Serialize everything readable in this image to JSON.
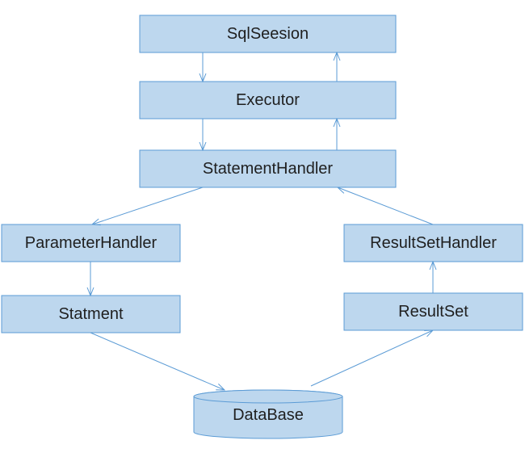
{
  "nodes": {
    "sqlsession": "SqlSeesion",
    "executor": "Executor",
    "statement_handler": "StatementHandler",
    "parameter_handler": "ParameterHandler",
    "statement": "Statment",
    "result_set_handler": "ResultSetHandler",
    "result_set": "ResultSet",
    "database": "DataBase"
  },
  "colors": {
    "box_fill": "#bdd7ee",
    "box_border": "#5b9bd5",
    "arrow": "#5b9bd5",
    "text": "#1f1f1f"
  }
}
